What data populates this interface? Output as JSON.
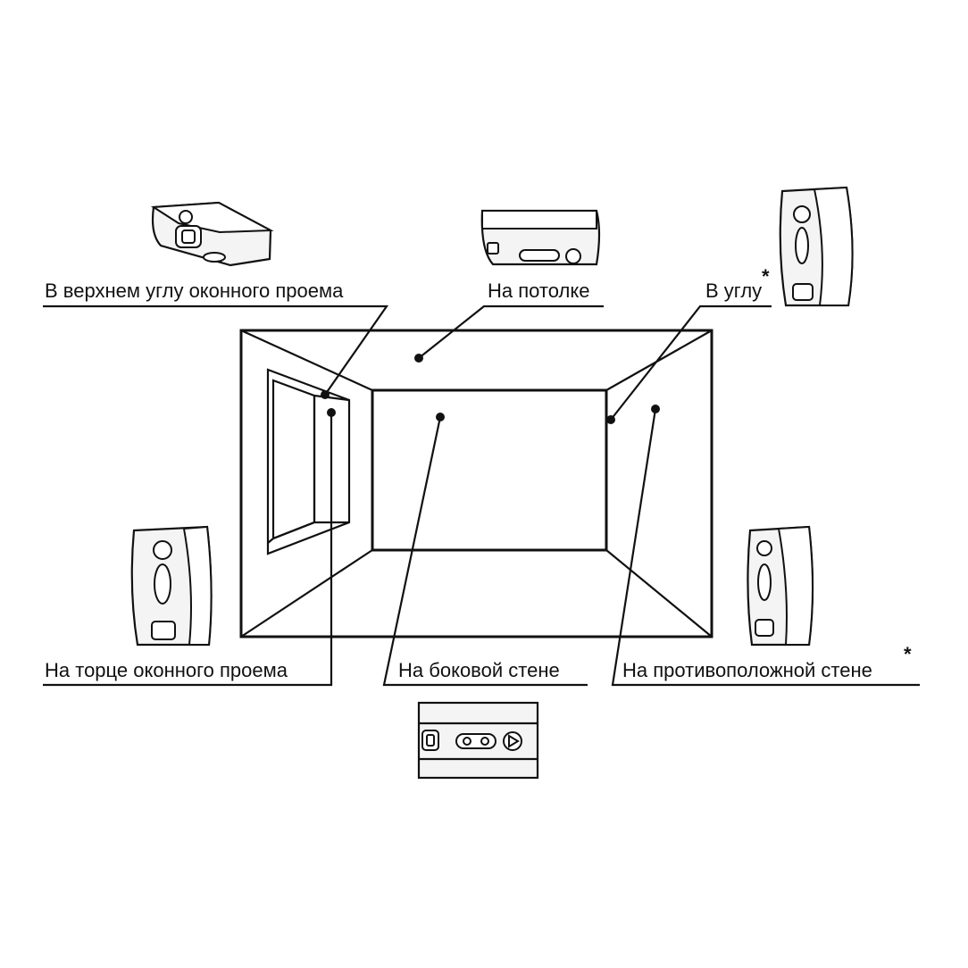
{
  "labels": {
    "window_corner": "В верхнем углу оконного проема",
    "ceiling": "На потолке",
    "corner": "В углу",
    "window_end": "На торце оконного проема",
    "side_wall": "На боковой стене",
    "opposite_wall": "На противоположной стене"
  },
  "asterisk": "*",
  "icons": [
    "sensor-window-corner-icon",
    "sensor-ceiling-icon",
    "sensor-corner-icon",
    "sensor-window-end-icon",
    "sensor-side-wall-icon",
    "sensor-opposite-wall-icon"
  ]
}
